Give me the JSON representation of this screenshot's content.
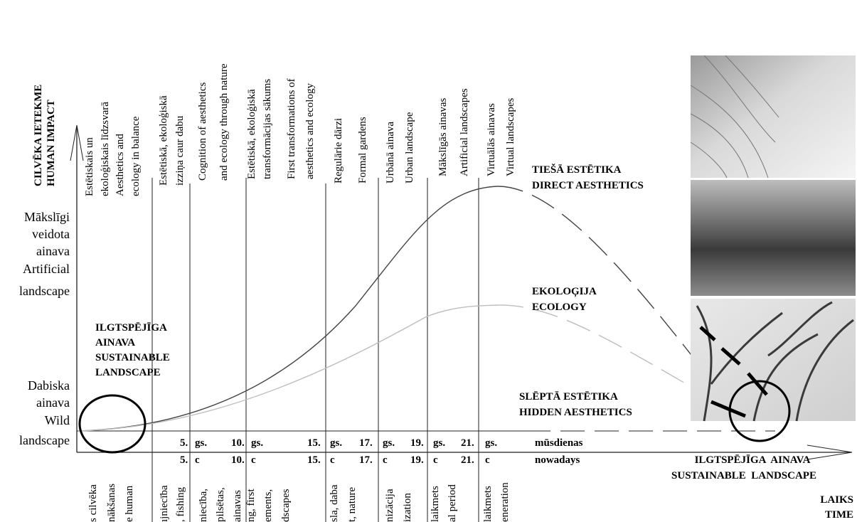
{
  "axes": {
    "y_label": [
      "CILVĒKA IETEKME",
      "HUMAN IMPACT"
    ],
    "x_label": [
      "LAIKS",
      "TIME"
    ]
  },
  "y_levels": {
    "artificial": [
      "Mākslīgi",
      "veidota",
      "ainava",
      "Artificial",
      "landscape"
    ],
    "wild": [
      "Dabiska",
      "ainava",
      "Wild",
      "landscape"
    ]
  },
  "sustainable_start": [
    "ILGTSPĒJĪGA",
    "AINAVA",
    "SUSTAINABLE",
    "LANDSCAPE"
  ],
  "sustainable_end": [
    "ILGTSPĒJĪGA  AINAVA",
    "SUSTAINABLE  LANDSCAPE"
  ],
  "curves": {
    "direct": [
      "TIEŠĀ ESTĒTIKA",
      "DIRECT AESTHETICS"
    ],
    "ecology": [
      "EKOLOĢIJA",
      "ECOLOGY"
    ],
    "hidden": [
      "SLĒPTĀ ESTĒTIKA",
      "HIDDEN AESTHETICS"
    ]
  },
  "era_labels_top": [
    [
      "Estētiskais un",
      "ekoloģiskais līdzsvarā",
      "Aesthetics and",
      "ecology in balance"
    ],
    [
      "Estētiskā, ekoloģiskā",
      "izziņa caur dabu",
      "Cognition of aesthetics",
      "and ecology through nature"
    ],
    [
      "Estētiskā, ekoloģiskā",
      "transformācijas sākums",
      "First transformations of",
      "aesthetics and ecology"
    ],
    [
      "Regulārie dārzi",
      "Formal gardens"
    ],
    [
      "Urbānā ainava",
      "Urban landscape"
    ],
    [
      "Mākslīgās ainavas",
      "Artificial landscapes"
    ],
    [
      "Virtuālās ainavas",
      "Virtual landscapes"
    ]
  ],
  "era_labels_bottom": [
    [
      "s cilvēka",
      "nākšanas",
      "e human"
    ],
    [
      "ıjniecība",
      ", fishing"
    ],
    [
      "niecība,",
      "pilsētas,",
      "ainavas"
    ],
    [
      "ng, first",
      "ements,",
      "dscapes"
    ],
    [
      "sla, daba",
      "t, nature"
    ],
    [
      "nizācija",
      "ization"
    ],
    [
      "laikmets",
      "al period"
    ],
    [
      "laikmets",
      "eneration"
    ]
  ],
  "centuries": [
    {
      "num": "5.",
      "lv": "gs.",
      "en": "c"
    },
    {
      "num": "10.",
      "lv": "gs.",
      "en": "c"
    },
    {
      "num": "15.",
      "lv": "gs.",
      "en": "c"
    },
    {
      "num": "17.",
      "lv": "gs.",
      "en": "c"
    },
    {
      "num": "19.",
      "lv": "gs.",
      "en": "c"
    },
    {
      "num": "21.",
      "lv": "gs.",
      "en": "c"
    }
  ],
  "present": {
    "lv": "mūsdienas",
    "en": "nowadays"
  },
  "colors": {
    "direct_curve": "#444444",
    "ecology_curve": "#bdbdbd",
    "axis": "#222222"
  }
}
